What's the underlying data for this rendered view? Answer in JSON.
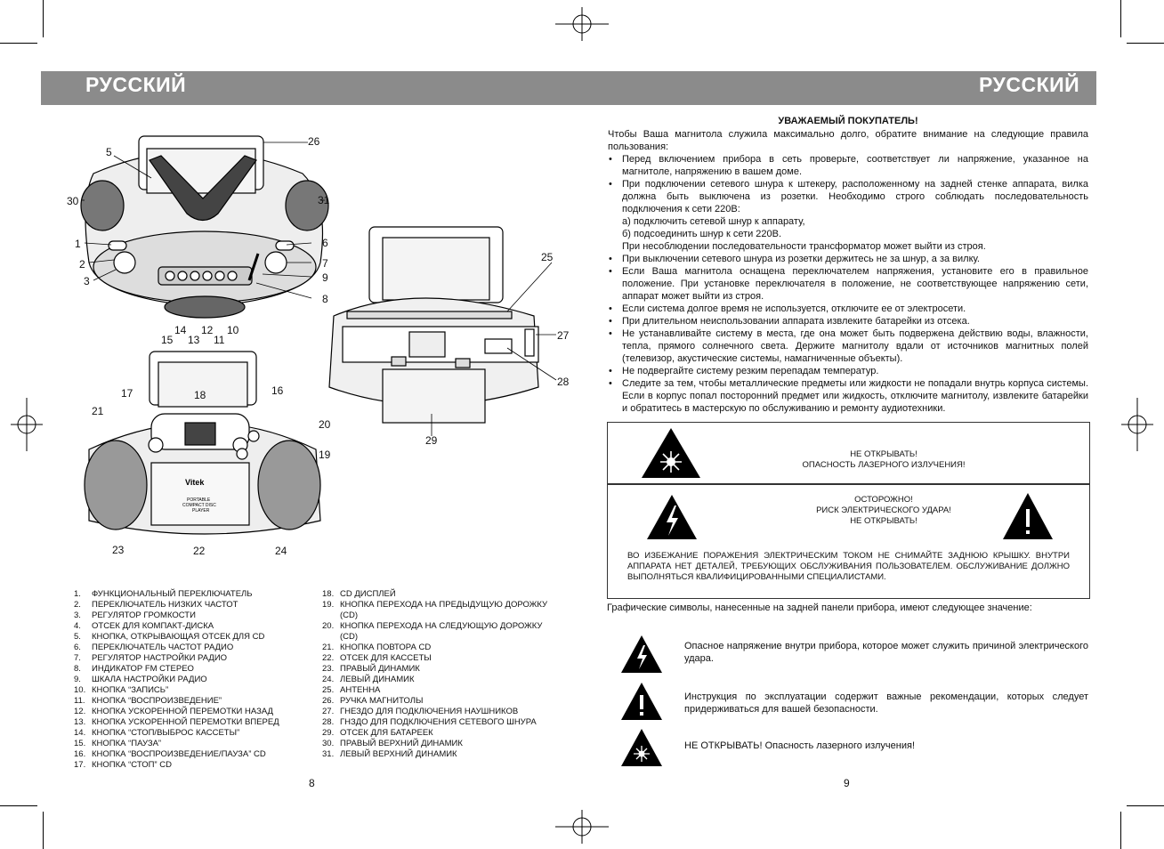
{
  "header": {
    "left_title": "РУССКИЙ",
    "right_title": "РУССКИЙ"
  },
  "diagram": {
    "callouts": [
      "1",
      "2",
      "3",
      "5",
      "6",
      "7",
      "8",
      "9",
      "10",
      "11",
      "12",
      "13",
      "14",
      "15",
      "16",
      "17",
      "18",
      "19",
      "20",
      "21",
      "22",
      "23",
      "24",
      "25",
      "26",
      "27",
      "28",
      "29",
      "30",
      "31"
    ],
    "brand": "Vitek",
    "panel_text_1": "PORTABLE",
    "panel_text_2": "COMPACT DISC",
    "panel_text_3": "PLAYER"
  },
  "legend_left": [
    {
      "n": "1.",
      "t": "ФУНКЦИОНАЛЬНЫЙ ПЕРЕКЛЮЧАТЕЛЬ"
    },
    {
      "n": "2.",
      "t": "ПЕРЕКЛЮЧАТЕЛЬ НИЗКИХ ЧАСТОТ"
    },
    {
      "n": "3.",
      "t": "РЕГУЛЯТОР ГРОМКОСТИ"
    },
    {
      "n": "4.",
      "t": "ОТСЕК ДЛЯ КОМПАКТ-ДИСКА"
    },
    {
      "n": "5.",
      "t": "КНОПКА, ОТКРЫВАЮЩАЯ ОТСЕК ДЛЯ CD"
    },
    {
      "n": "6.",
      "t": "ПЕРЕКЛЮЧАТЕЛЬ ЧАСТОТ РАДИО"
    },
    {
      "n": "7.",
      "t": "РЕГУЛЯТОР НАСТРОЙКИ РАДИО"
    },
    {
      "n": "8.",
      "t": "ИНДИКАТОР FM СТЕРЕО"
    },
    {
      "n": "9.",
      "t": "ШКАЛА НАСТРОЙКИ РАДИО"
    },
    {
      "n": "10.",
      "t": "КНОПКА “ЗАПИСЬ”"
    },
    {
      "n": "11.",
      "t": "КНОПКА “ВОСПРОИЗВЕДЕНИЕ”"
    },
    {
      "n": "12.",
      "t": "КНОПКА УСКОРЕННОЙ ПЕРЕМОТКИ НАЗАД"
    },
    {
      "n": "13.",
      "t": "КНОПКА УСКОРЕННОЙ ПЕРЕМОТКИ ВПЕРЕД"
    },
    {
      "n": "14.",
      "t": "КНОПКА “СТОП/ВЫБРОС КАССЕТЫ”"
    },
    {
      "n": "15.",
      "t": "КНОПКА “ПАУЗА”"
    },
    {
      "n": "16.",
      "t": "КНОПКА “ВОСПРОИЗВЕДЕНИЕ/ПАУЗА” CD"
    },
    {
      "n": "17.",
      "t": "КНОПКА “СТОП” CD"
    }
  ],
  "legend_right": [
    {
      "n": "18.",
      "t": "CD ДИСПЛЕЙ"
    },
    {
      "n": "19.",
      "t": "КНОПКА ПЕРЕХОДА НА ПРЕДЫДУЩУЮ ДОРОЖКУ (CD)"
    },
    {
      "n": "20.",
      "t": "КНОПКА ПЕРЕХОДА НА СЛЕДУЮЩУЮ ДОРОЖКУ (CD)"
    },
    {
      "n": "21.",
      "t": "КНОПКА ПОВТОРА CD"
    },
    {
      "n": "22.",
      "t": "ОТСЕК ДЛЯ КАССЕТЫ"
    },
    {
      "n": "23.",
      "t": "ПРАВЫЙ ДИНАМИК"
    },
    {
      "n": "24.",
      "t": "ЛЕВЫЙ ДИНАМИК"
    },
    {
      "n": "25.",
      "t": "АНТЕННА"
    },
    {
      "n": "26.",
      "t": "РУЧКА МАГНИТОЛЫ"
    },
    {
      "n": "27.",
      "t": "ГНЕЗДО ДЛЯ ПОДКЛЮЧЕНИЯ НАУШНИКОВ"
    },
    {
      "n": "28.",
      "t": "ГНЗДО ДЛЯ ПОДКЛЮЧЕНИЯ СЕТЕВОГО ШНУРА"
    },
    {
      "n": "29.",
      "t": "ОТСЕК ДЛЯ БАТАРЕЕК"
    },
    {
      "n": "30.",
      "t": "ПРАВЫЙ ВЕРХНИЙ ДИНАМИК"
    },
    {
      "n": "31.",
      "t": "ЛЕВЫЙ ВЕРХНИЙ ДИНАМИК"
    }
  ],
  "page_left": "8",
  "page_right": "9",
  "right": {
    "heading": "УВАЖАЕМЫЙ ПОКУПАТЕЛЬ!",
    "intro": "Чтобы Ваша магнитола служила максимально долго, обратите внимание на следующие правила пользования:",
    "b1": "Перед включением прибора в сеть проверьте, соответствует ли напряжение, указанное на магнитоле, напряжению в вашем доме.",
    "b2": "При подключении сетевого шнура к штекеру, расположенному на задней стенке аппарата, вилка должна быть выключена из розетки. Необходимо строго соблюдать последовательность подключения к сети 220В:",
    "b2a": "а) подключить сетевой шнур к аппарату,",
    "b2b": "б) подсоединить шнур к сети 220В.",
    "b2c": "При несоблюдении последовательности трансформатор может выйти из строя.",
    "b3": "При выключении сетевого шнура из розетки держитесь не за шнур, а за вилку.",
    "b4": "Если Ваша магнитола оснащена переключателем напряжения, установите его в правильное положение. При установке переключателя в положение, не соответствующее напряжению сети, аппарат может выйти из строя.",
    "b5": "Если система долгое время не используется, отключите ее от электросети.",
    "b6": "При длительном неиспользовании аппарата извлеките батарейки из отсека.",
    "b7": "Не устанавливайте систему в места, где она может быть подвержена действию воды, влажности, тепла, прямого солнечного света. Держите магнитолу вдали от источников магнитных полей (телевизор, акустические системы, намагниченные объекты).",
    "b8": "Не подвергайте систему резким перепадам температур.",
    "b9": "Следите за тем, чтобы металлические предметы или жидкости не попадали внутрь корпуса системы. Если в корпус попал посторонний предмет или жидкость, отключите магнитолу, извлеките батарейки и обратитесь в мастерскую по обслуживанию и ремонту аудиотехники.",
    "laser1": "НЕ ОТКРЫВАТЬ!",
    "laser2": "ОПАСНОСТЬ ЛАЗЕРНОГО ИЗЛУЧЕНИЯ!",
    "caution1": "ОСТОРОЖНО!",
    "caution2": "РИСК ЭЛЕКТРИЧЕСКОГО УДАРА!",
    "caution3": "НЕ ОТКРЫВАТЬ!",
    "shock_warning": "ВО ИЗБЕЖАНИЕ ПОРАЖЕНИЯ ЭЛЕКТРИЧЕСКИМ ТОКОМ НЕ СНИМАЙТЕ ЗАДНЮЮ КРЫШКУ. ВНУТРИ АППАРАТА НЕТ ДЕТАЛЕЙ, ТРЕБУЮЩИХ ОБСЛУЖИВАНИЯ ПОЛЬЗОВАТЕЛЕМ. ОБСЛУЖИВАНИЕ ДОЛЖНО ВЫПОЛНЯТЬСЯ КВАЛИФИЦИРОВАННЫМИ СПЕЦИАЛИСТАМИ.",
    "symbols_intro": "Графические символы, нанесенные на задней панели прибора, имеют следующее значение:",
    "sym1": "Опасное напряжение внутри прибора, которое может служить причиной электрического удара.",
    "sym2": "Инструкция по эксплуатации содержит важные рекомендации, которых следует придерживаться для вашей безопасности.",
    "sym3": "НЕ ОТКРЫВАТЬ! Опасность лазерного излучения!"
  }
}
